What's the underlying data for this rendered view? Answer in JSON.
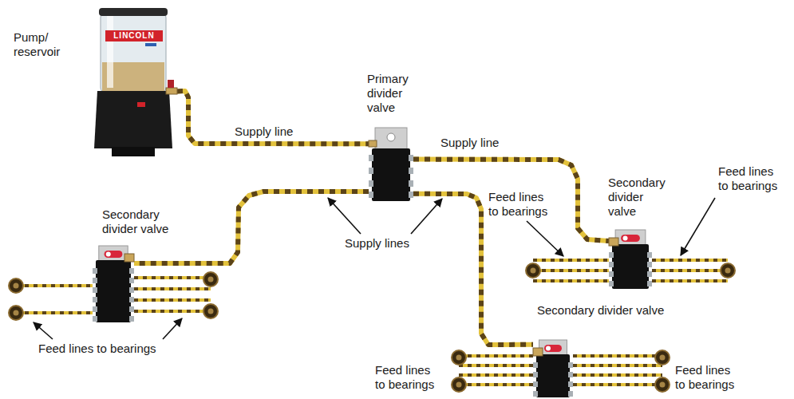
{
  "diagram": {
    "nodes": [
      {
        "text": [
          "Pump/ reservoir"
        ]
      },
      {
        "text": [
          "Primary divider valve"
        ]
      },
      {
        "text": [
          "Secondary divider valve"
        ]
      },
      {
        "text": [
          "Secondary divider valve"
        ]
      },
      {
        "text": [
          "Secondary divider valve"
        ]
      }
    ],
    "edges": [
      {
        "from": 0,
        "to": 1,
        "arrow": "none",
        "label": "Supply line"
      },
      {
        "from": 1,
        "to": 2,
        "arrow": "none",
        "label": "Supply line"
      },
      {
        "from": 1,
        "to": 3,
        "arrow": "none"
      },
      {
        "from": 1,
        "to": 4,
        "arrow": "none"
      }
    ],
    "labels": [
      "LINCOLN",
      "Supply lines",
      "Feed lines to bearings",
      "Feed lines to bearings",
      "Feed lines to bearings",
      "Feed lines to bearings",
      "Feed lines to bearings"
    ]
  }
}
